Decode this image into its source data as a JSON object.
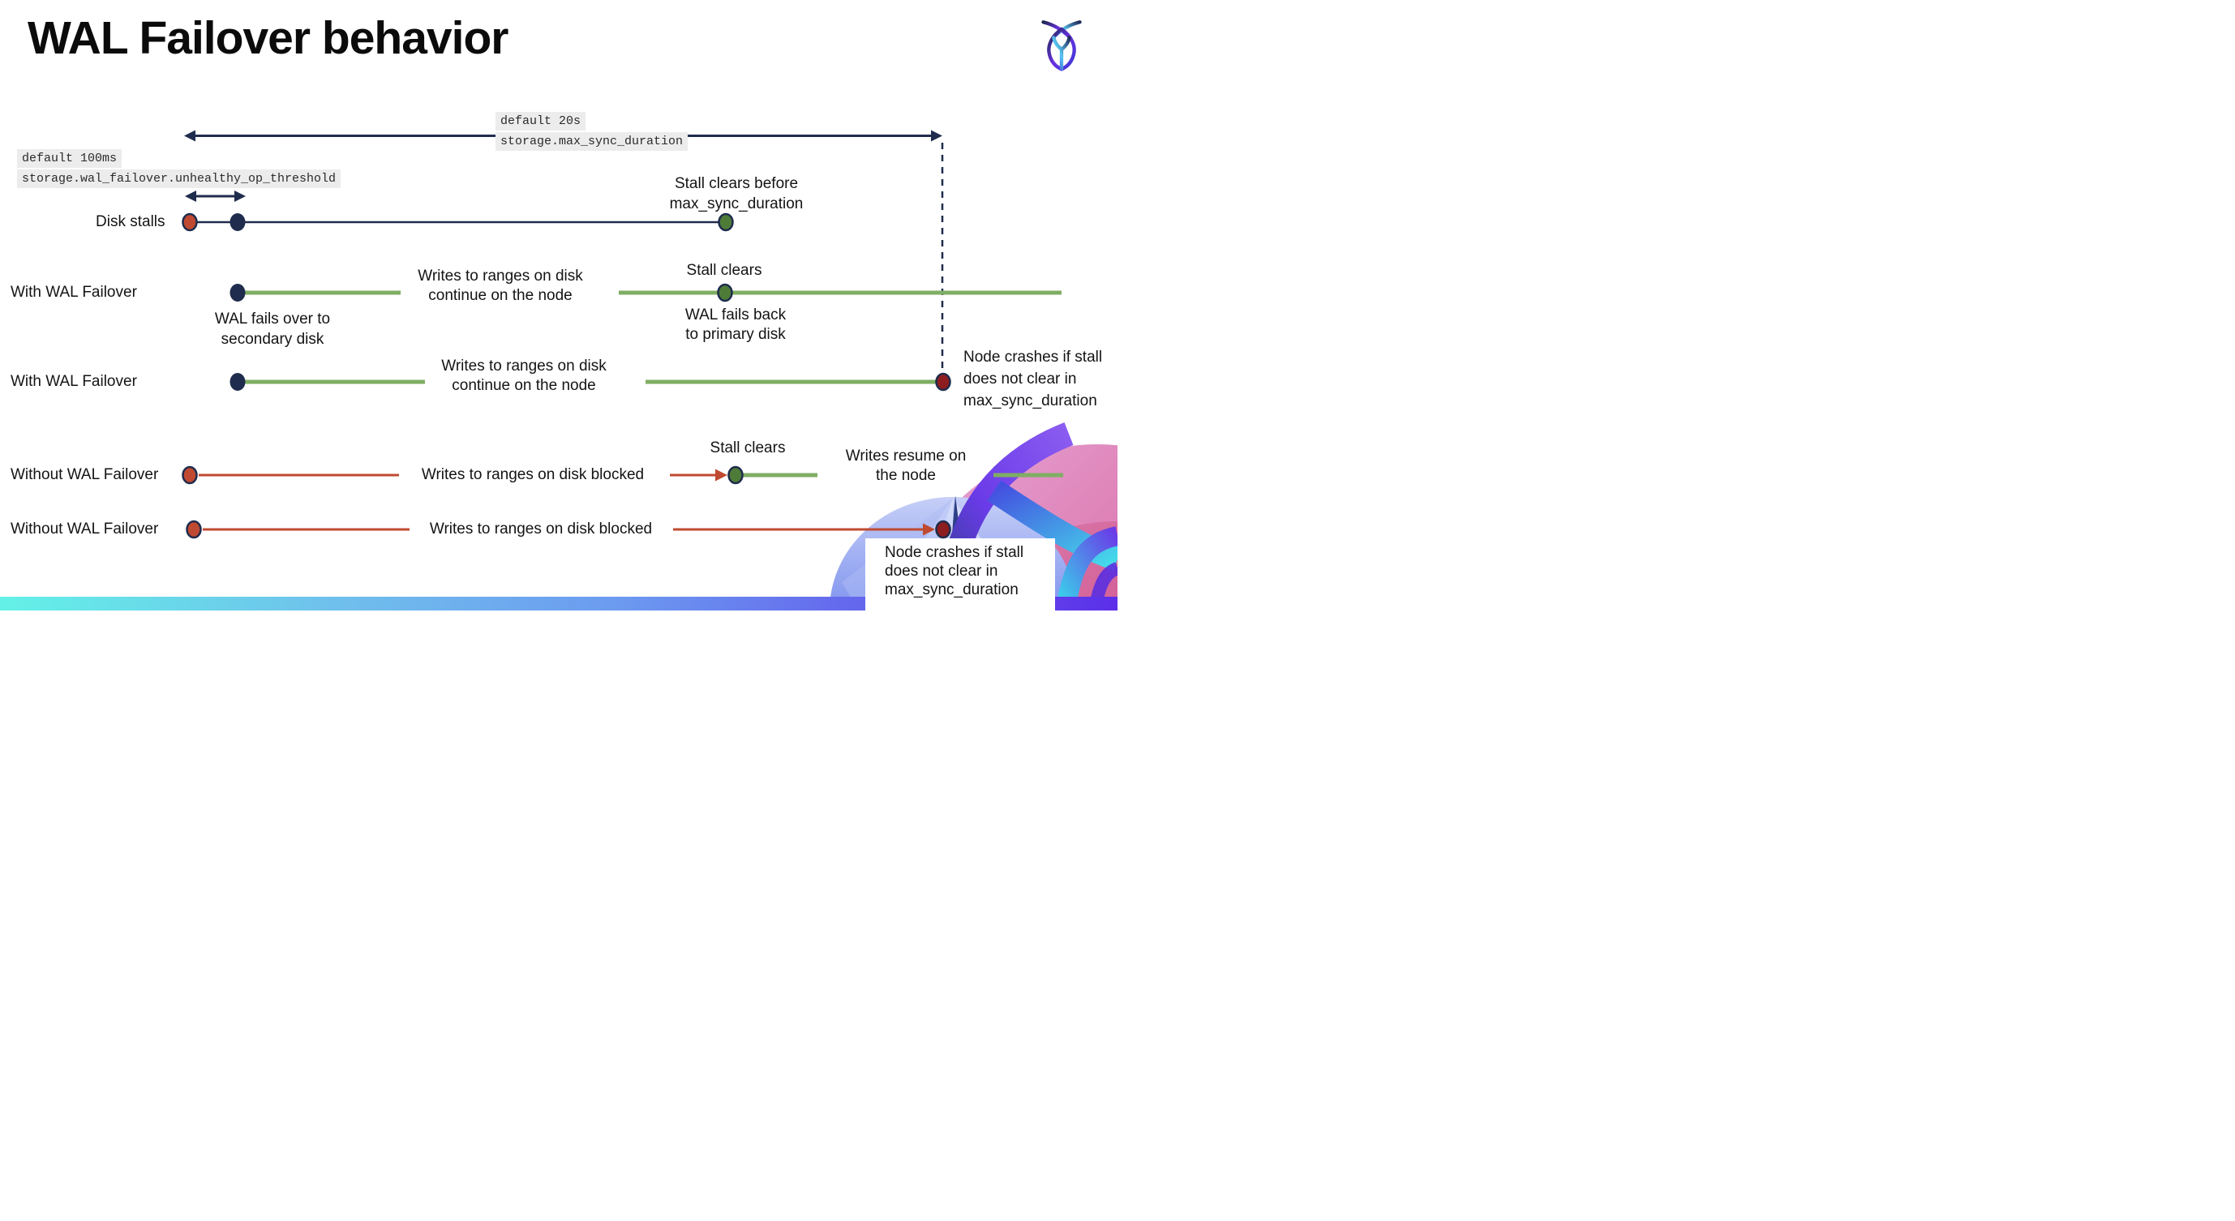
{
  "page": {
    "title": "WAL Failover behavior"
  },
  "logo": {
    "name": "cockroachdb-logo"
  },
  "callouts": {
    "max_sync_duration": {
      "default_label": "default 20s",
      "setting_label": "storage.max_sync_duration"
    },
    "unhealthy_op_threshold": {
      "default_label": "default 100ms",
      "setting_label": "storage.wal_failover.unhealthy_op_threshold"
    }
  },
  "rows": [
    {
      "label": "Disk stalls",
      "annotations": {
        "stall_clears_before": "Stall clears before\nmax_sync_duration"
      }
    },
    {
      "label": "With WAL Failover",
      "annotations": {
        "failover": "WAL fails over to\nsecondary disk",
        "writes_continue": "Writes to ranges on disk\ncontinue on the node",
        "stall_clears": "Stall clears",
        "failback": "WAL fails  back\nto primary disk"
      }
    },
    {
      "label": "With WAL Failover",
      "annotations": {
        "writes_continue": "Writes to ranges on disk\ncontinue on the node",
        "node_crashes": "Node crashes if stall\ndoes not clear in\nmax_sync_duration"
      }
    },
    {
      "label": "Without WAL Failover",
      "annotations": {
        "writes_blocked": "Writes to ranges on disk  blocked",
        "stall_clears": "Stall clears",
        "writes_resume": "Writes resume on\nthe node"
      }
    },
    {
      "label": "Without WAL Failover",
      "annotations": {
        "writes_blocked": "Writes to ranges on disk  blocked",
        "node_crashes": "Node crashes if stall\ndoes not clear in\nmax_sync_duration"
      }
    }
  ],
  "colors": {
    "navy": "#1f2c4d",
    "green_line": "#7fae63",
    "green_dot": "#4e7c38",
    "red": "#c04a31",
    "dark_red": "#8e1d1f",
    "callout_bg": "#ececec",
    "bar_gradient": [
      "#63f1e7",
      "#6c9bf0",
      "#5c2fe9"
    ]
  }
}
